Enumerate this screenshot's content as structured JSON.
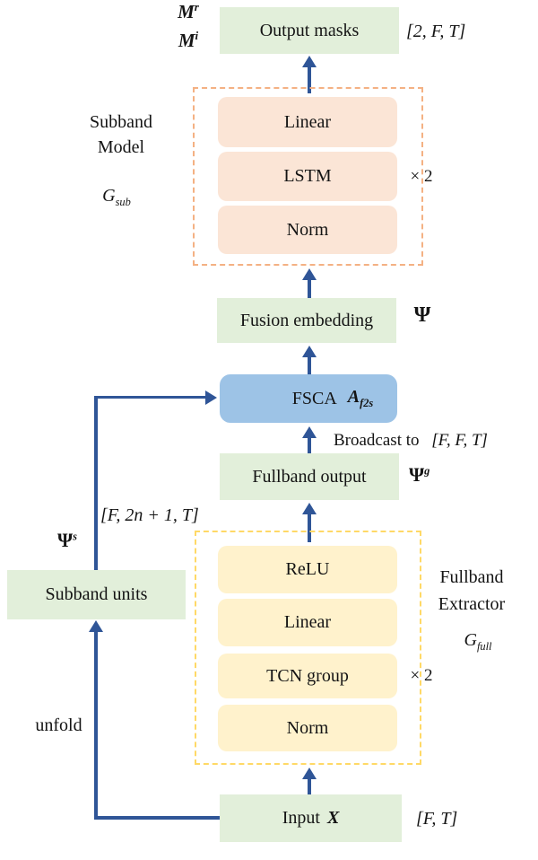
{
  "colors": {
    "green_box": "#e2efda",
    "salmon_box": "#fbe5d6",
    "yellow_box": "#fff2cc",
    "blue_box": "#9dc3e6",
    "arrow": "#2f5597",
    "subband_border": "#f4b183",
    "fullband_border": "#ffd966",
    "text": "#141414"
  },
  "top": {
    "m_real": {
      "base": "M",
      "sup": "r"
    },
    "m_imag": {
      "base": "M",
      "sup": "i"
    },
    "output_masks_label": "Output masks",
    "output_dims": "[2, F, T]"
  },
  "subband_model": {
    "title_line1": "Subband",
    "title_line2": "Model",
    "symbol": {
      "base": "G",
      "sub": "sub"
    },
    "blocks": [
      "Linear",
      "LSTM",
      "Norm"
    ],
    "repeat": "× 2"
  },
  "fusion": {
    "label": "Fusion embedding",
    "symbol": "Ψ"
  },
  "fsca": {
    "label": "FSCA",
    "symbol": {
      "base": "A",
      "sub": "f2s"
    }
  },
  "broadcast": {
    "text": "Broadcast to",
    "dims": "[F, F, T]"
  },
  "fullband_output": {
    "label": "Fullband output",
    "symbol": {
      "base": "Ψ",
      "sup": "g"
    }
  },
  "subband_units": {
    "label": "Subband units",
    "symbol": {
      "base": "Ψ",
      "sup": "s"
    },
    "dims": "[F, 2n + 1, T]",
    "unfold_label": "unfold"
  },
  "fullband_extractor": {
    "title_line1": "Fullband",
    "title_line2": "Extractor",
    "symbol": {
      "base": "G",
      "sub": "full"
    },
    "blocks": [
      "ReLU",
      "Linear",
      "TCN group",
      "Norm"
    ],
    "repeat": "× 2"
  },
  "input": {
    "label": "Input",
    "symbol": "X",
    "dims": "[F, T]"
  }
}
